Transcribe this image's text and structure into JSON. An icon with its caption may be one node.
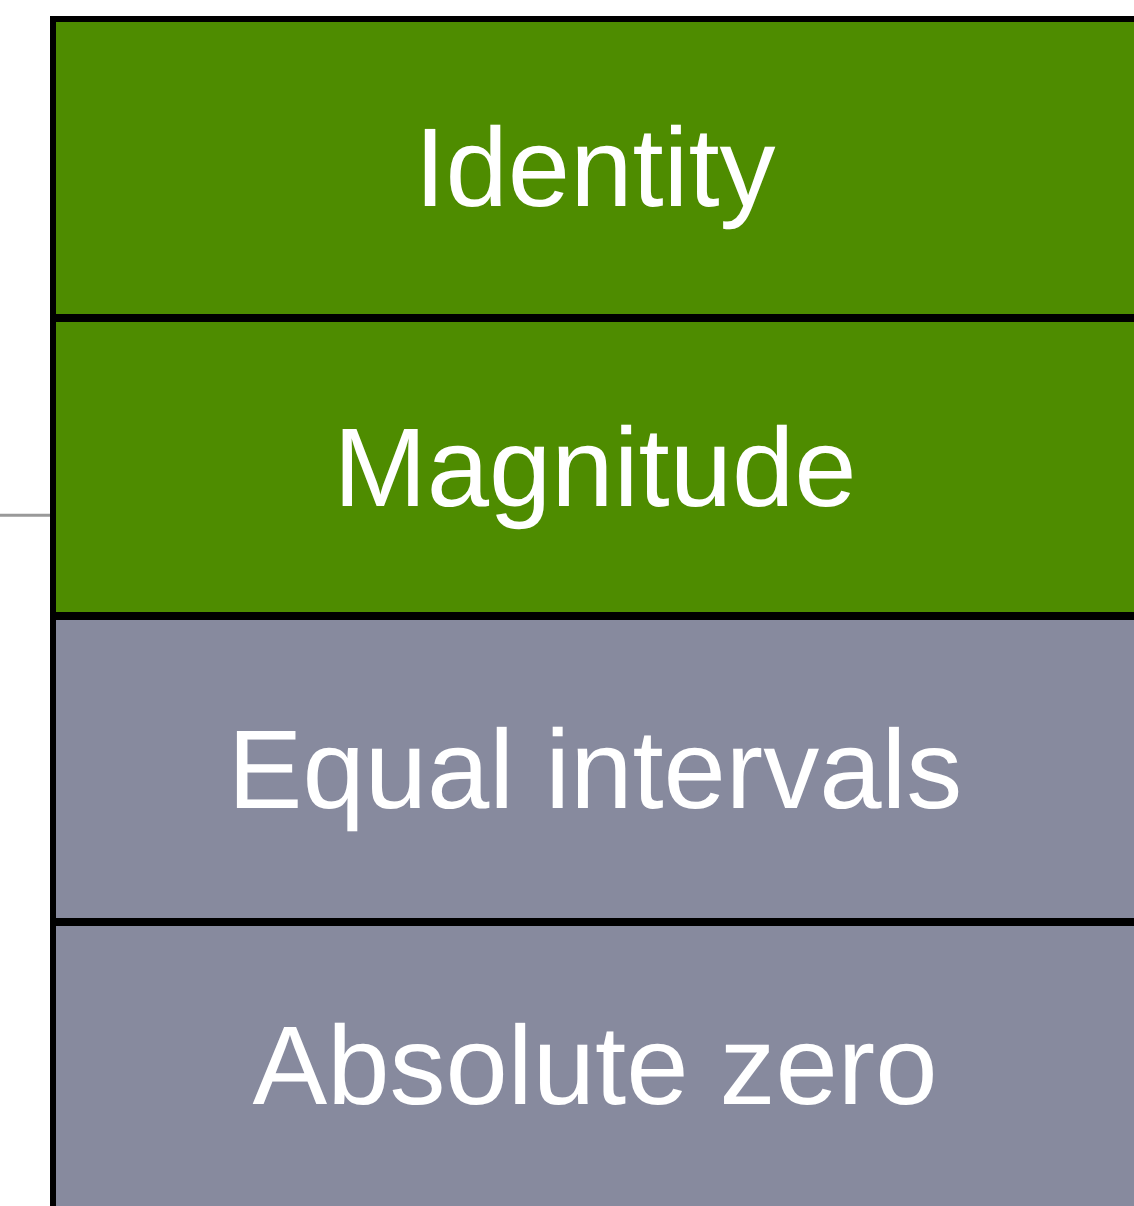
{
  "diagram": {
    "nodes": [
      {
        "text": [
          "Identity"
        ]
      },
      {
        "text": [
          "Magnitude"
        ]
      },
      {
        "text": [
          "Equal intervals"
        ]
      },
      {
        "text": [
          "Absolute zero"
        ]
      }
    ],
    "edges": [
      {
        "from": null,
        "to": 1,
        "arrow": "none"
      }
    ]
  }
}
